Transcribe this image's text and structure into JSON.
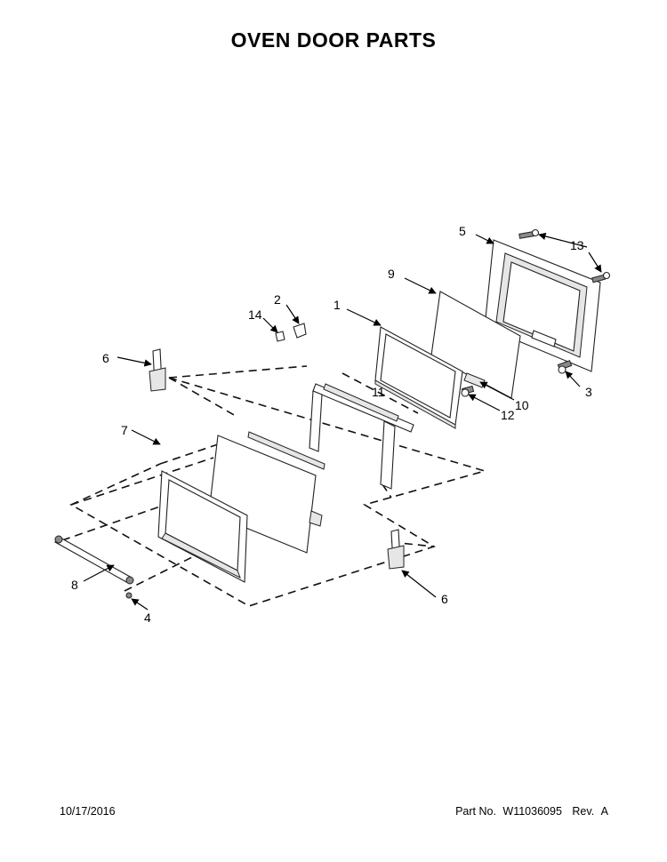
{
  "title": "OVEN DOOR PARTS",
  "footer": {
    "date": "10/17/2016",
    "part_no_label": "Part No.",
    "part_no": "W11036095",
    "rev_label": "Rev.",
    "rev": "A"
  },
  "callouts": {
    "c1": "1",
    "c2": "2",
    "c3": "3",
    "c4": "4",
    "c5": "5",
    "c6a": "6",
    "c6b": "6",
    "c7": "7",
    "c8": "8",
    "c9": "9",
    "c10": "10",
    "c11": "11",
    "c12": "12",
    "c13": "13",
    "c14": "14"
  }
}
